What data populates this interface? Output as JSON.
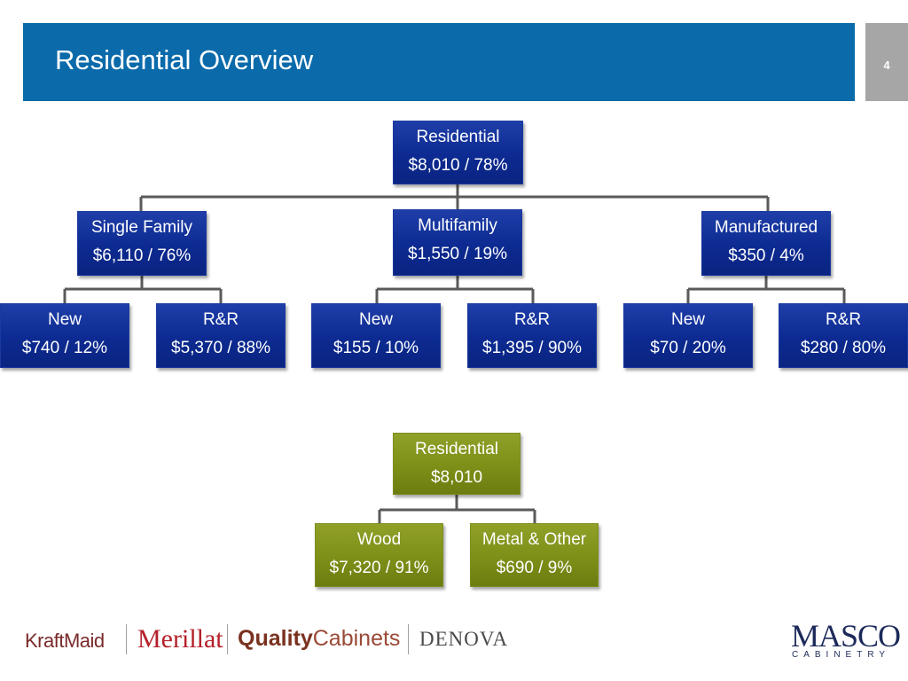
{
  "header": {
    "title": "Residential Overview",
    "page_number": "4"
  },
  "tree_residential": {
    "root": {
      "name": "Residential",
      "value": "$8,010 / 78%"
    },
    "children": [
      {
        "name": "Single Family",
        "value": "$6,110 / 76%",
        "children": [
          {
            "name": "New",
            "value": "$740 / 12%"
          },
          {
            "name": "R&R",
            "value": "$5,370 / 88%"
          }
        ]
      },
      {
        "name": "Multifamily",
        "value": "$1,550 / 19%",
        "children": [
          {
            "name": "New",
            "value": "$155 / 10%"
          },
          {
            "name": "R&R",
            "value": "$1,395 / 90%"
          }
        ]
      },
      {
        "name": "Manufactured",
        "value": "$350 / 4%",
        "children": [
          {
            "name": "New",
            "value": "$70 / 20%"
          },
          {
            "name": "R&R",
            "value": "$280 / 80%"
          }
        ]
      }
    ]
  },
  "tree_material": {
    "root": {
      "name": "Residential",
      "value": "$8,010"
    },
    "children": [
      {
        "name": "Wood",
        "value": "$7,320 / 91%"
      },
      {
        "name": "Metal & Other",
        "value": "$690 / 9%"
      }
    ]
  },
  "colors": {
    "header_blue": "#0a6aaa",
    "node_blue": "#0c2a91",
    "node_olive": "#7e8f18",
    "connector_gray": "#5a5a5a"
  },
  "logos": {
    "kraftmaid": "KraftMaid",
    "merillat": "Merillat",
    "quality_bold": "Quality",
    "quality_regular": "Cabinets",
    "denova": "DENOVA",
    "masco": "MASCO",
    "masco_sub": "CABINETRY"
  }
}
